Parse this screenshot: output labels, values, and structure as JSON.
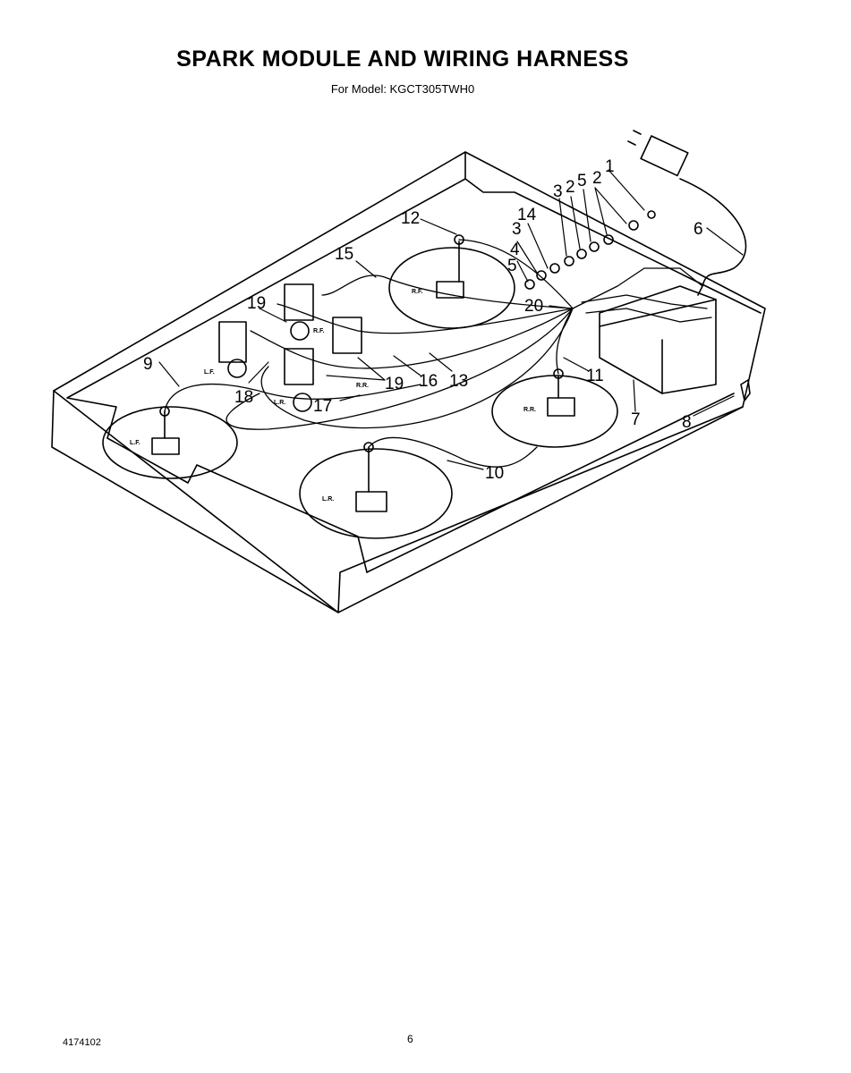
{
  "header": {
    "title": "SPARK MODULE AND WIRING HARNESS",
    "model_line": "For Model: KGCT305TWH0"
  },
  "diagram": {
    "callouts": [
      "1",
      "2",
      "5",
      "2",
      "3",
      "6",
      "14",
      "3",
      "12",
      "4",
      "5",
      "15",
      "20",
      "19",
      "9",
      "18",
      "19",
      "16",
      "13",
      "11",
      "17",
      "7",
      "8",
      "10"
    ],
    "burner_labels": [
      "R.F.",
      "L.F.",
      "L.R.",
      "R.R.",
      "L.F.",
      "L.R.",
      "R.F.",
      "R.R."
    ]
  },
  "footer": {
    "doc_number": "4174102",
    "page_number": "6"
  }
}
